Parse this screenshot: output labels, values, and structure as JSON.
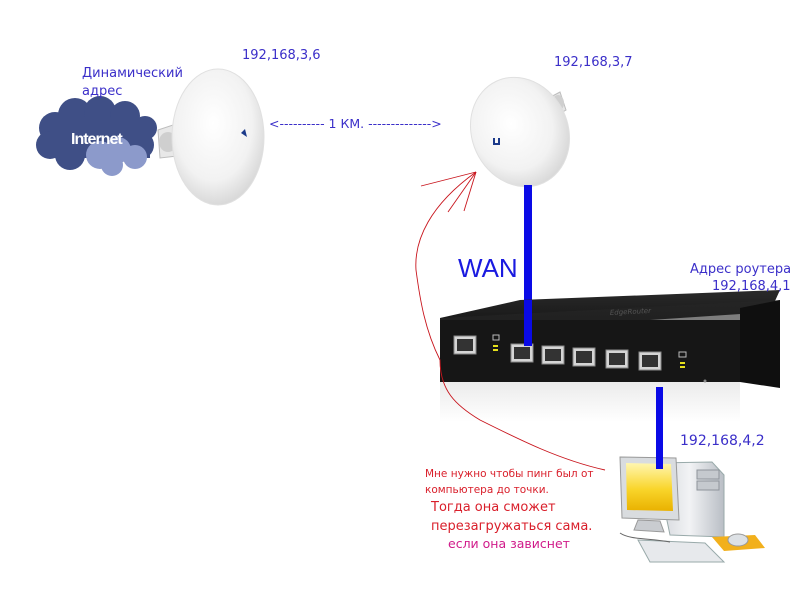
{
  "labels": {
    "dynamic_address": "Динамический адрес",
    "internet": "Internet",
    "ip_left_ap": "192,168,3,6",
    "ip_right_ap": "192,168,3,7",
    "distance": "<---------- 1 КМ.  -------------->",
    "wan": "WAN",
    "router_address_title": "Адрес роутера",
    "router_address_ip": "192,168,4,1",
    "pc_ip": "192,168,4,2"
  },
  "note": {
    "line1": "Мне нужно чтобы пинг был от",
    "line2": "компьютера до точки.",
    "line3": "Тогда она сможет",
    "line4": "перезагружаться сама.",
    "line5": "если она зависнет"
  },
  "colors": {
    "label_blue": "#3b2fc9",
    "cable_blue": "#0a0ae6",
    "annotation_red": "#d91e2a",
    "annotation_pink": "#d01b8a",
    "cloud_dark": "#3f4f86",
    "cloud_light": "#8c9acb",
    "router_body": "#1c1c1c",
    "screen_yellow": "#f5c400"
  }
}
